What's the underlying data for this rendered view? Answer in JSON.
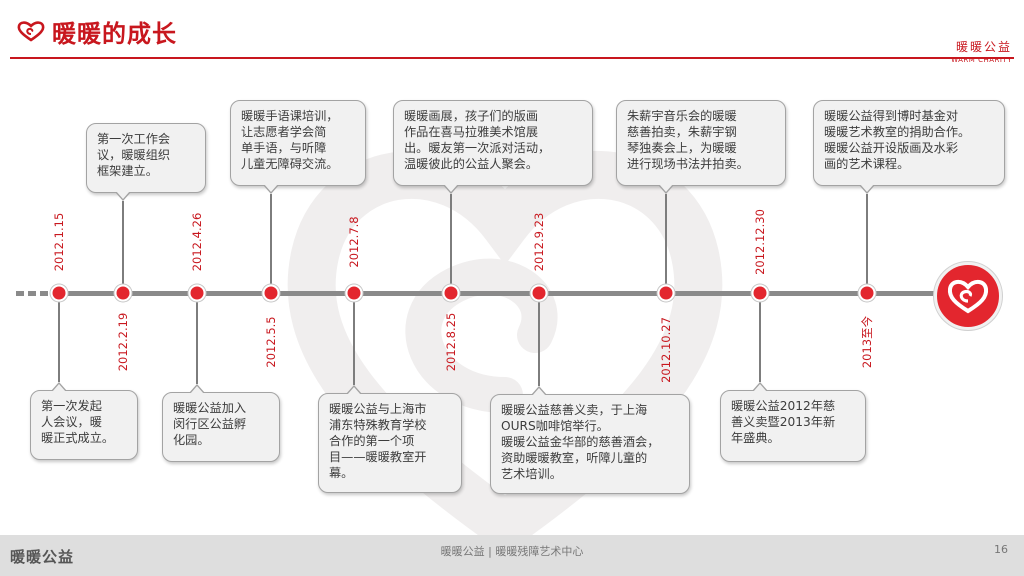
{
  "header": {
    "title": "暖暖的成长",
    "brand_cn": "暖暖公益",
    "brand_en": "WARM CHARITY"
  },
  "colors": {
    "accent": "#c8171e",
    "dot": "#e3262e",
    "line": "#8a8a8a",
    "box_bg": "#f1f1f1",
    "footer_bg": "#dedede"
  },
  "timeline": [
    {
      "date": "2012.1.15",
      "text": [
        "第一次发起",
        "人会议，暖",
        "暖正式成立。"
      ],
      "side": "bottom"
    },
    {
      "date": "2012.2.19",
      "text": [
        "第一次工作会",
        "议，暖暖组织",
        "框架建立。"
      ],
      "side": "top"
    },
    {
      "date": "2012.4.26",
      "text": [
        "暖暖公益加入",
        "闵行区公益孵",
        "化园。"
      ],
      "side": "bottom"
    },
    {
      "date": "2012.5.5",
      "text": [
        "暖暖手语课培训，",
        "让志愿者学会简",
        "单手语，与听障",
        "儿童无障碍交流。"
      ],
      "side": "top"
    },
    {
      "date": "2012.7.8",
      "text": [
        "暖暖公益与上海市",
        "浦东特殊教育学校",
        "合作的第一个项",
        "目——暖暖教室开",
        "幕。"
      ],
      "side": "bottom"
    },
    {
      "date": "2012.8.25",
      "text": [
        "暖暖画展，孩子们的版画",
        "作品在喜马拉雅美术馆展",
        "出。暖友第一次派对活动，",
        "温暖彼此的公益人聚会。"
      ],
      "side": "top"
    },
    {
      "date": "2012.9.23",
      "text": [
        "暖暖公益慈善义卖，于上海",
        "OURS咖啡馆举行。",
        "暖暖公益金华部的慈善酒会，",
        "资助暖暖教室，听障儿童的",
        "艺术培训。"
      ],
      "side": "bottom"
    },
    {
      "date": "2012.10.27",
      "text": [
        "朱薪宇音乐会的暖暖",
        "慈善拍卖，朱薪宇钢",
        "琴独奏会上，为暖暖",
        "进行现场书法并拍卖。"
      ],
      "side": "top"
    },
    {
      "date": "2012.12.30",
      "text": [
        "暖暖公益2012年慈",
        "善义卖暨2013年新",
        "年盛典。"
      ],
      "side": "bottom"
    },
    {
      "date": "2013至今",
      "text": [
        "暖暖公益得到博时基金对",
        "暖暖艺术教室的捐助合作。",
        "暖暖公益开设版画及水彩",
        "画的艺术课程。"
      ],
      "side": "top"
    }
  ],
  "footer": {
    "logo": "暖暖公益",
    "text": "暖暖公益 | 暖暖残障艺术中心",
    "page": "16"
  }
}
